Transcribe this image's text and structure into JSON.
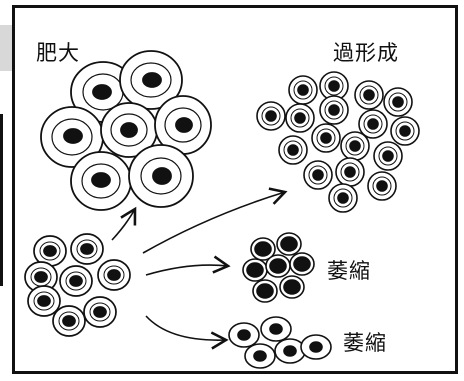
{
  "labels": {
    "hypertrophy": "肥大",
    "hyperplasia": "過形成",
    "atrophy_1": "萎縮",
    "atrophy_2": "萎縮"
  },
  "colors": {
    "ink": "#111111",
    "cell_fill": "#ffffff",
    "tab": "#d8d8d8"
  }
}
